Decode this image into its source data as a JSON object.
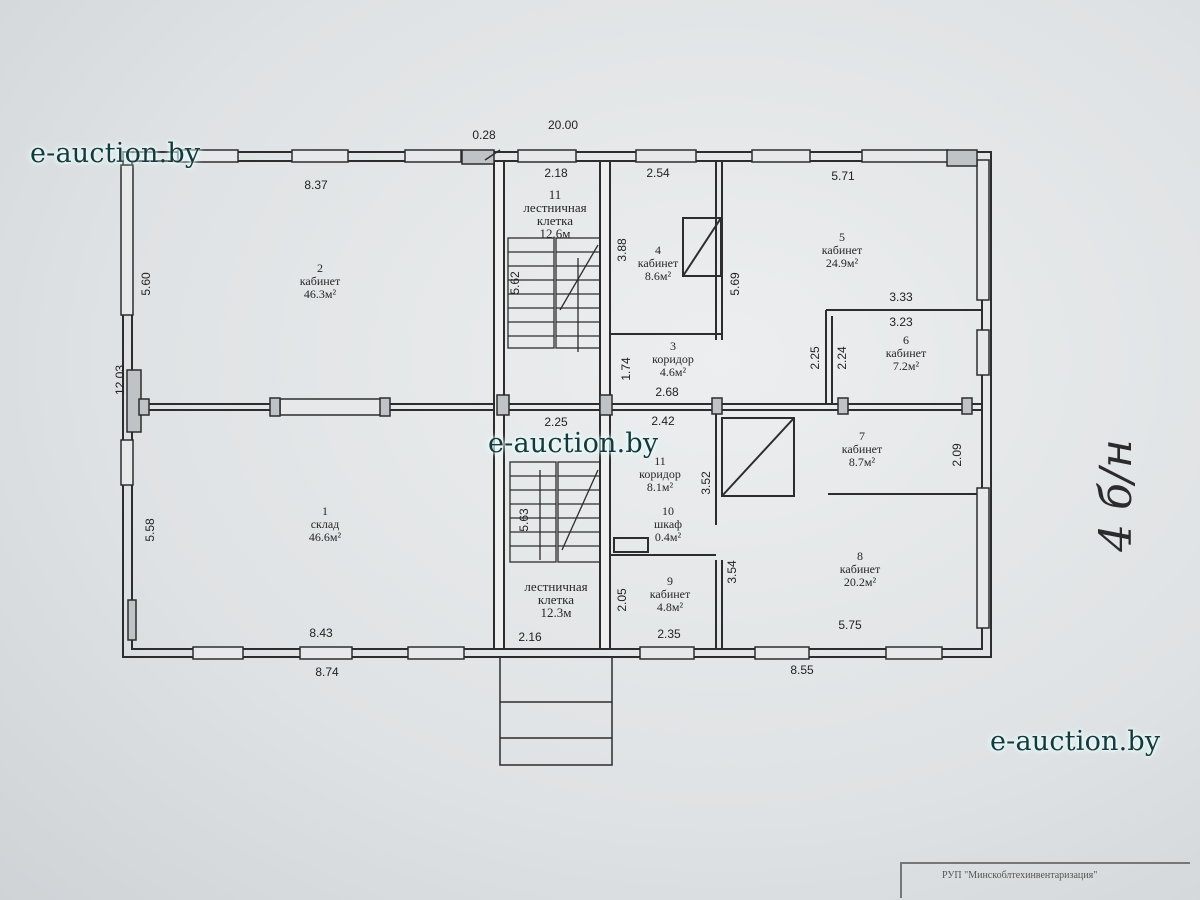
{
  "overall": {
    "width_label": "20.00",
    "height_label": "12.03",
    "offset_label": "0.28"
  },
  "rooms": [
    {
      "key": "r1",
      "number": "1",
      "name": "склад",
      "area": "46.6м²"
    },
    {
      "key": "r2",
      "number": "2",
      "name": "кабинет",
      "area": "46.3м²"
    },
    {
      "key": "r3",
      "number": "3",
      "name": "коридор",
      "area": "4.6м²"
    },
    {
      "key": "r4",
      "number": "4",
      "name": "кабинет",
      "area": "8.6м²"
    },
    {
      "key": "r5",
      "number": "5",
      "name": "кабинет",
      "area": "24.9м²"
    },
    {
      "key": "r6",
      "number": "6",
      "name": "кабинет",
      "area": "7.2м²"
    },
    {
      "key": "r7",
      "number": "7",
      "name": "кабинет",
      "area": "8.7м²"
    },
    {
      "key": "r8",
      "number": "8",
      "name": "кабинет",
      "area": "20.2м²"
    },
    {
      "key": "r9",
      "number": "9",
      "name": "кабинет",
      "area": "4.8м²"
    },
    {
      "key": "r10",
      "number": "10",
      "name": "шкаф",
      "area": "0.4м²"
    },
    {
      "key": "r11a",
      "number": "11",
      "name": "лестничная клетка",
      "area": "12.6м"
    },
    {
      "key": "r11b",
      "number": "11",
      "name": "коридор",
      "area": "8.1м²"
    },
    {
      "key": "r12",
      "number": "",
      "name": "лестничная клетка",
      "area": "12.3м"
    }
  ],
  "dimensions": {
    "h": [
      "8.37",
      "2.18",
      "2.54",
      "5.71",
      "3.33",
      "3.23",
      "2.68",
      "2.25",
      "2.42",
      "8.43",
      "8.74",
      "2.16",
      "2.35",
      "5.75",
      "8.55"
    ],
    "v": [
      "5.60",
      "5.62",
      "3.88",
      "5.69",
      "2.25",
      "2.24",
      "1.74",
      "5.58",
      "5.63",
      "3.52",
      "3.54",
      "2.05",
      "2.09"
    ]
  },
  "watermark": {
    "text": "e-auction.by"
  },
  "handwriting": {
    "text": "4 б/н"
  },
  "stamp": {
    "text": "РУП \"Минскоблтехинвентаризация\""
  }
}
